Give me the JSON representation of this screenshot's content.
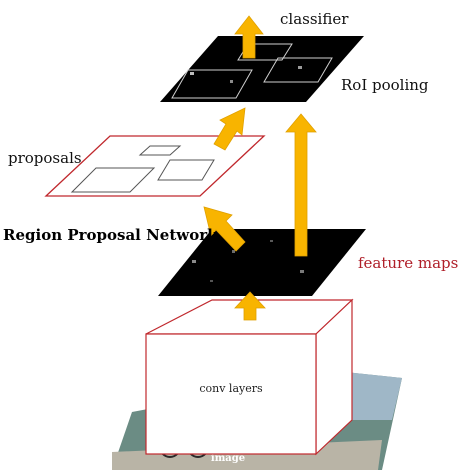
{
  "labels": {
    "classifier": "classifier",
    "roi_pooling": "RoI pooling",
    "proposals": "proposals",
    "rpn": "Region Proposal Network",
    "feature_maps": "feature maps",
    "conv_layers": "conv layers",
    "image": "image"
  },
  "colors": {
    "arrow": "#F8B400",
    "arrow_edge": "#E0A000",
    "map_fill": "#000000",
    "proposals_border": "#C0282D",
    "feature_maps_text": "#B0202A",
    "box_border": "#C0282D",
    "roi_box": "#CFCFCF"
  }
}
